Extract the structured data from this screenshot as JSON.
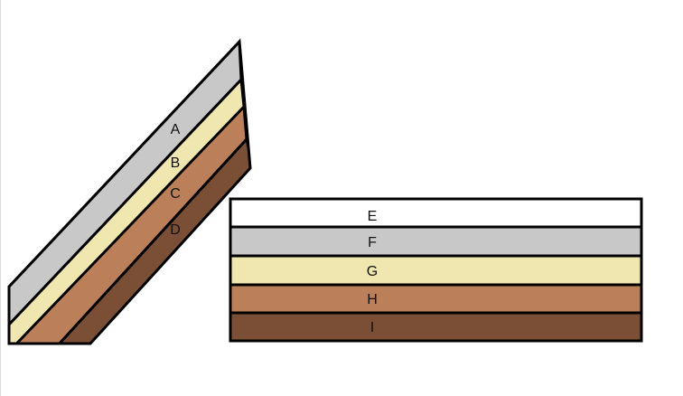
{
  "tilted_block": {
    "layers": [
      {
        "label": "A",
        "color": "#c8c8c8"
      },
      {
        "label": "B",
        "color": "#f0e6b0"
      },
      {
        "label": "C",
        "color": "#bb7f59"
      },
      {
        "label": "D",
        "color": "#7a4f36"
      }
    ]
  },
  "flat_block": {
    "layers": [
      {
        "label": "E",
        "color": "#ffffff"
      },
      {
        "label": "F",
        "color": "#c8c8c8"
      },
      {
        "label": "G",
        "color": "#f0e6b0"
      },
      {
        "label": "H",
        "color": "#bb7f59"
      },
      {
        "label": "I",
        "color": "#7a4f36"
      }
    ]
  }
}
